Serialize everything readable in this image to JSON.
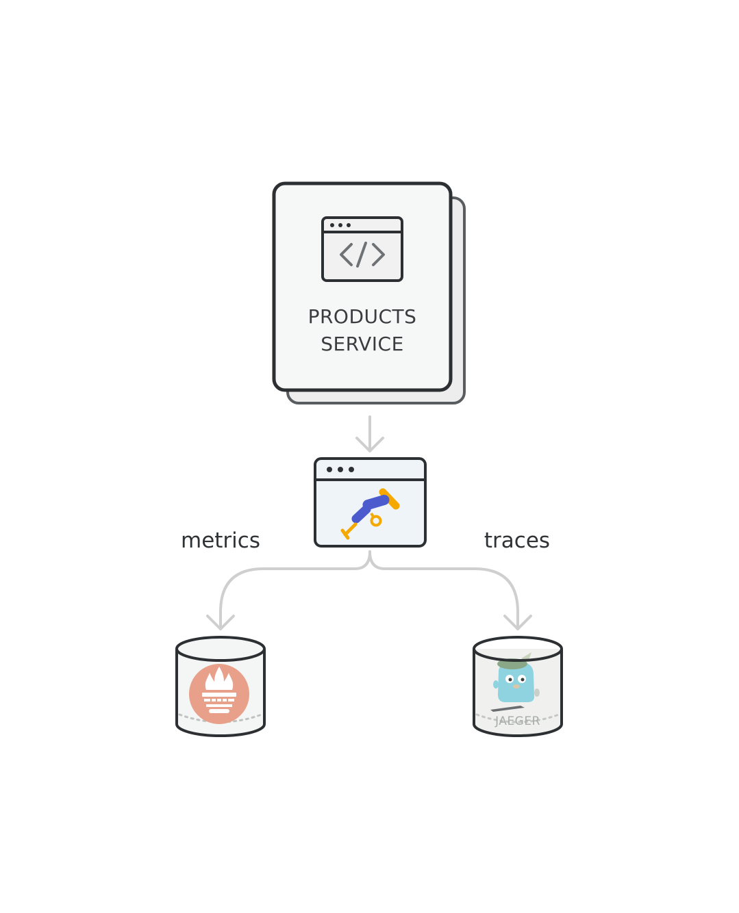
{
  "service": {
    "label_line1": "PRODUCTS",
    "label_line2": "SERVICE",
    "icon": "code-window-icon"
  },
  "collector": {
    "icon": "opentelemetry-telescope-icon"
  },
  "edges": {
    "left_label": "metrics",
    "right_label": "traces"
  },
  "stores": {
    "left": {
      "icon": "prometheus-icon"
    },
    "right": {
      "icon": "jaeger-icon",
      "logo_text": "JAEGER"
    }
  },
  "colors": {
    "outline": "#2d3033",
    "arrow": "#cfcfcf",
    "card_fill": "#f6f8f7",
    "collector_fill": "#eef4f8",
    "otel_blue": "#4b5bcd",
    "otel_orange": "#f5a800",
    "prometheus": "#e8a08a",
    "jaeger_blue": "#8fd3e0",
    "jaeger_green": "#8aa888"
  }
}
